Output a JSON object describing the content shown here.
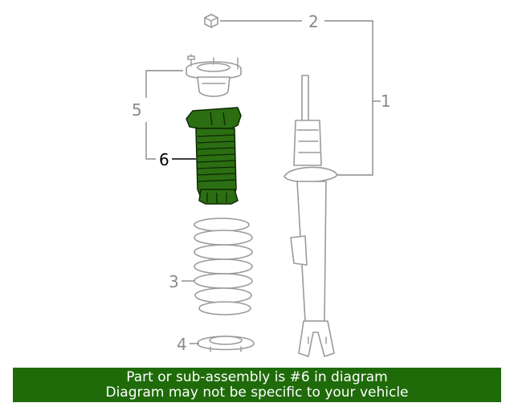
{
  "diagram": {
    "callouts": {
      "c1": "1",
      "c2": "2",
      "c3": "3",
      "c4": "4",
      "c5": "5",
      "c6": "6"
    },
    "highlighted_part": "6",
    "highlight_color": "#2c6e12",
    "line_color": "#9a9a9a"
  },
  "banner": {
    "line1": "Part or sub-assembly is #6 in diagram",
    "line2": "Diagram may not be specific to your vehicle",
    "color": "#1f6b0a"
  }
}
